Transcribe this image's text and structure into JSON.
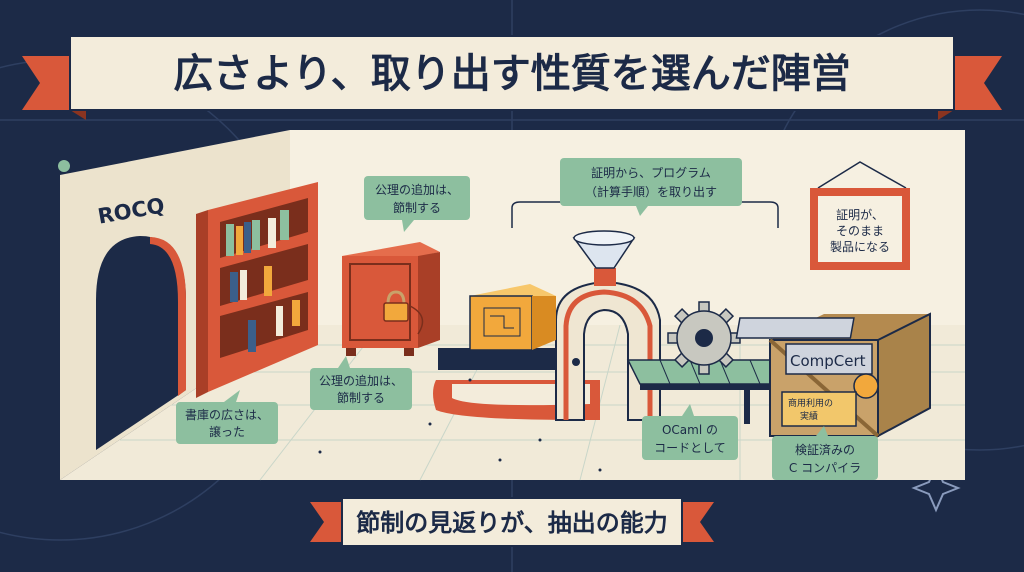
{
  "title": "広さより、取り出す性質を選んだ陣営",
  "footer": "節制の見返りが、抽出の能力",
  "wall_label": "ROCQ",
  "labels": {
    "safe_top": [
      "公理の追加は、",
      "節制する"
    ],
    "safe_floor": [
      "公理の追加は、",
      "節制する"
    ],
    "library": [
      "書庫の広さは、",
      "譲った"
    ],
    "extraction": [
      "証明から、プログラム",
      "（計算手順）を取り出す"
    ],
    "frame": [
      "証明が、",
      "そのまま",
      "製品になる"
    ],
    "ocaml": [
      "OCaml の",
      "コードとして"
    ],
    "compiler": [
      "検証済みの",
      "C コンパイラ"
    ]
  },
  "crate": {
    "brand": "CompCert",
    "tag": [
      "商用利用の",
      "実績"
    ]
  },
  "colors": {
    "navy": "#1c2a47",
    "cream": "#f3ecdb",
    "orange": "#d9583a",
    "green": "#8dbf9f",
    "amber": "#f2a83c",
    "wood": "#c9a26a"
  }
}
